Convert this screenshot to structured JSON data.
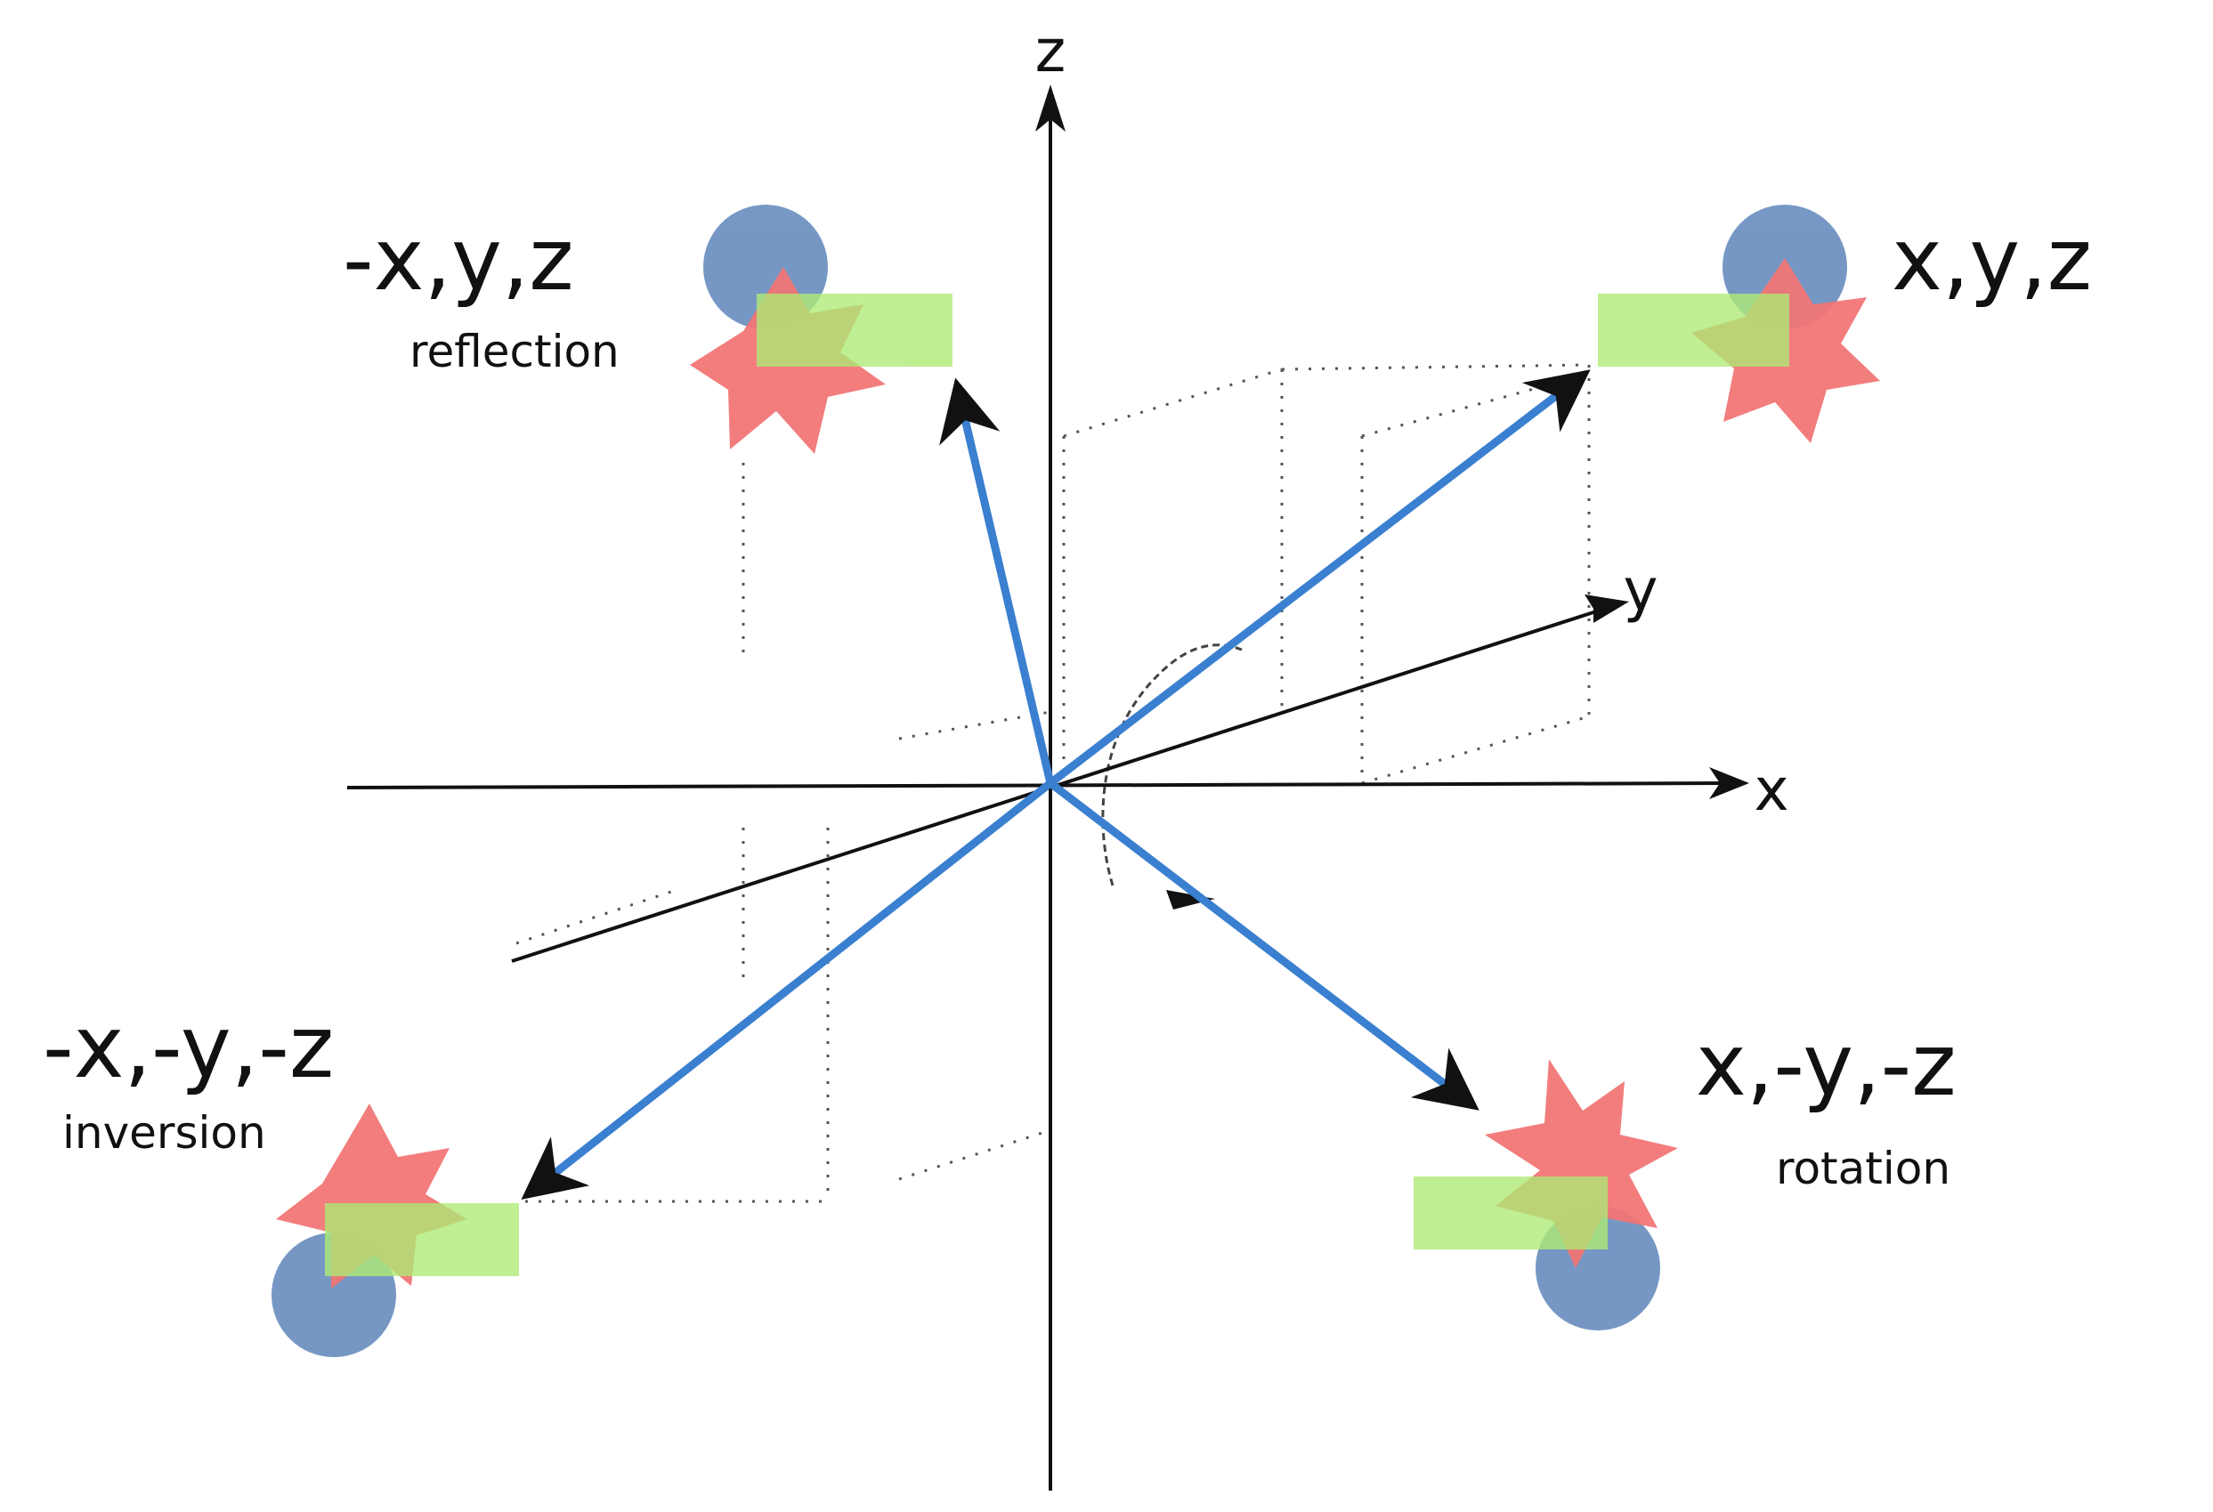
{
  "axes": {
    "x_label": "x",
    "y_label": "y",
    "z_label": "z"
  },
  "points": {
    "original": {
      "coords": "x,y,z",
      "operation": ""
    },
    "reflection": {
      "coords": "-x,y,z",
      "operation": "reflection"
    },
    "inversion": {
      "coords": "-x,-y,-z",
      "operation": "inversion"
    },
    "rotation": {
      "coords": "x,-y,-z",
      "operation": "rotation"
    }
  },
  "colors": {
    "vector": "#3a7fd0",
    "axis": "#111111",
    "circle": "#6b8fbf",
    "star": "#f06a6a",
    "rectangle": "#a8e86a"
  }
}
